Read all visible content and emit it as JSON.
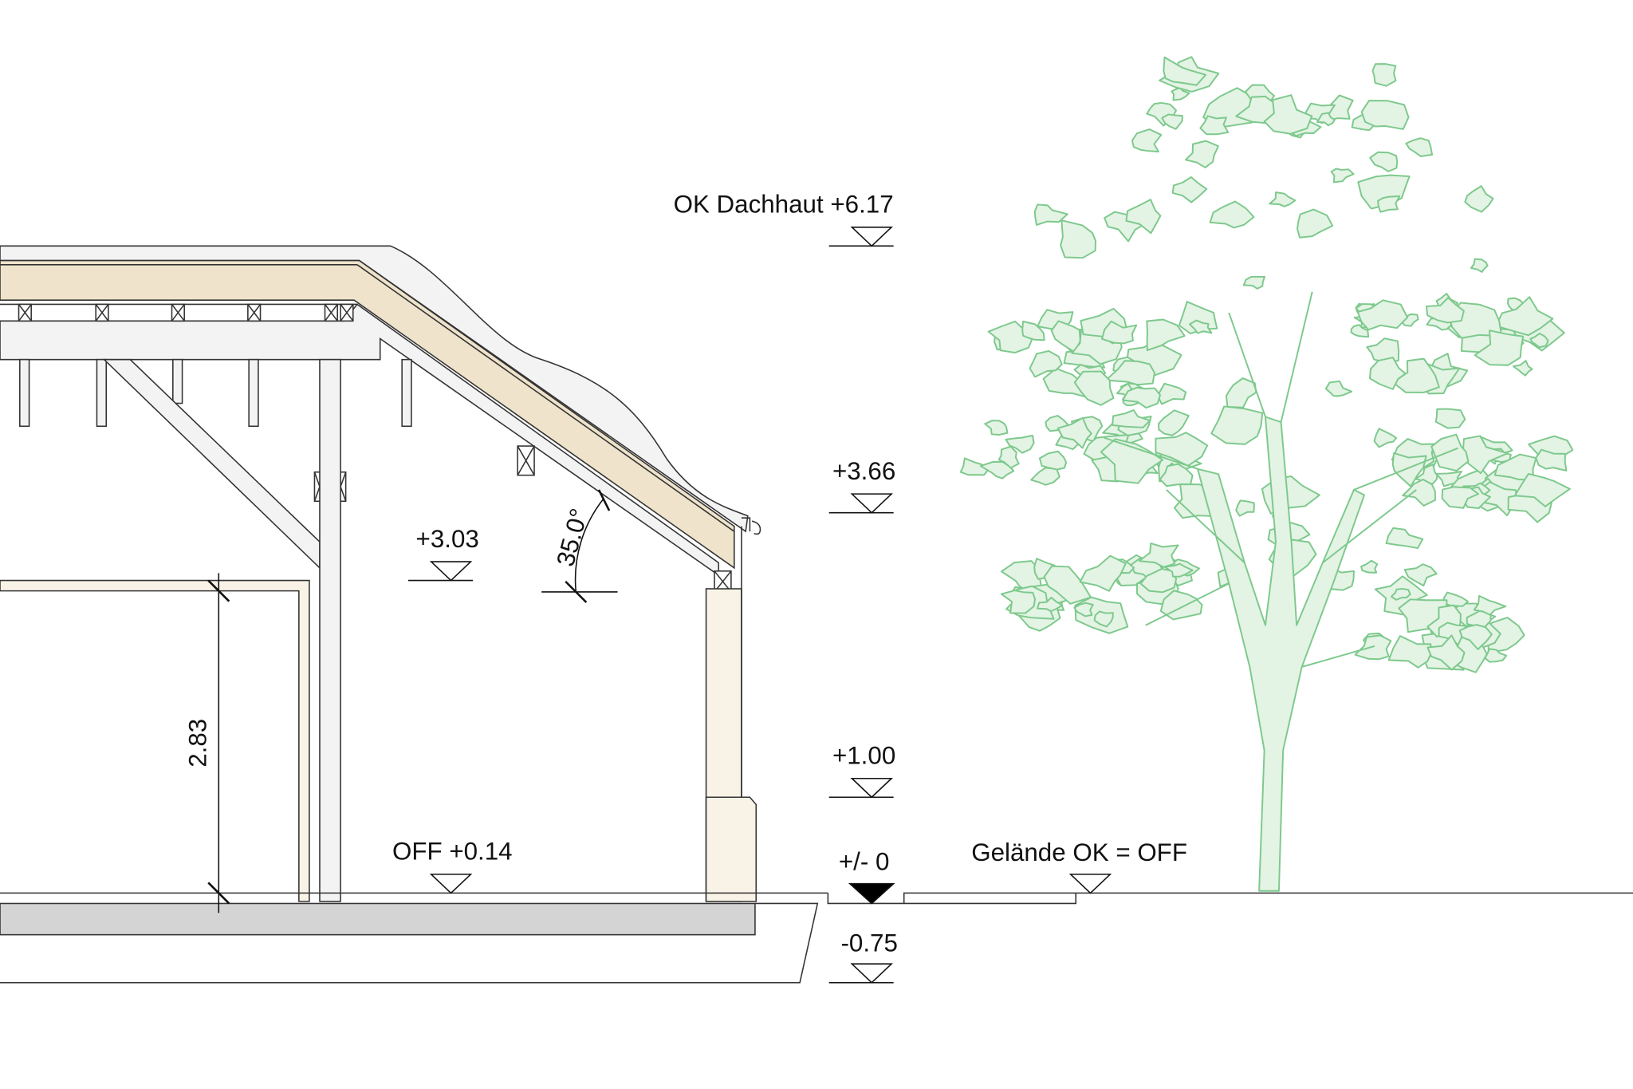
{
  "drawing": {
    "type": "building section",
    "levels": {
      "roof_top": "OK Dachhaut +6.17",
      "eaves": "+3.66",
      "ceiling": "+3.03",
      "window": "+1.00",
      "floor": "OFF +0.14",
      "zero": "+/- 0",
      "terrain": "Gelände OK = OFF",
      "foundation": "-0.75"
    },
    "roof_pitch": "35.0°",
    "door_height": "2.83"
  },
  "colors": {
    "insulation": "#efe3cb",
    "wall": "#f8f3e6",
    "slab": "#d4d4d4",
    "light": "#f3f3f3",
    "tree_stroke": "#7dc98c",
    "tree_fill": "#e3f3e4"
  }
}
